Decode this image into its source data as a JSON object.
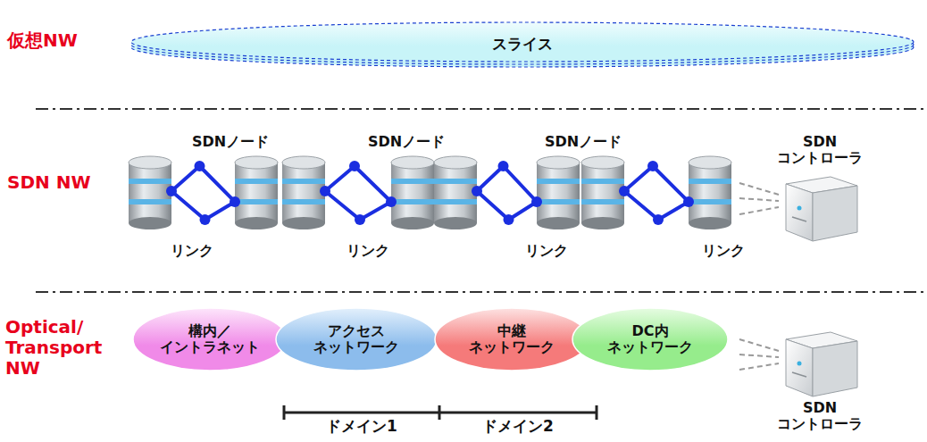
{
  "diagram": {
    "nodes": [
      {
        "text": [
          "スライス"
        ]
      },
      {
        "text": [
          "構内／ イントラネット"
        ]
      },
      {
        "text": [
          "アクセス ネットワーク"
        ]
      },
      {
        "text": [
          "中継 ネットワーク"
        ]
      },
      {
        "text": [
          "DC内 ネットワーク"
        ]
      }
    ],
    "labels": [
      "仮想NW",
      "SDN NW",
      "Optical/ Transport NW",
      "SDNノード",
      "SDNノード",
      "SDNノード",
      "リンク",
      "リンク",
      "リンク",
      "リンク",
      "SDN コントローラ",
      "SDN コントローラ",
      "ドメイン1",
      "ドメイン2"
    ]
  }
}
